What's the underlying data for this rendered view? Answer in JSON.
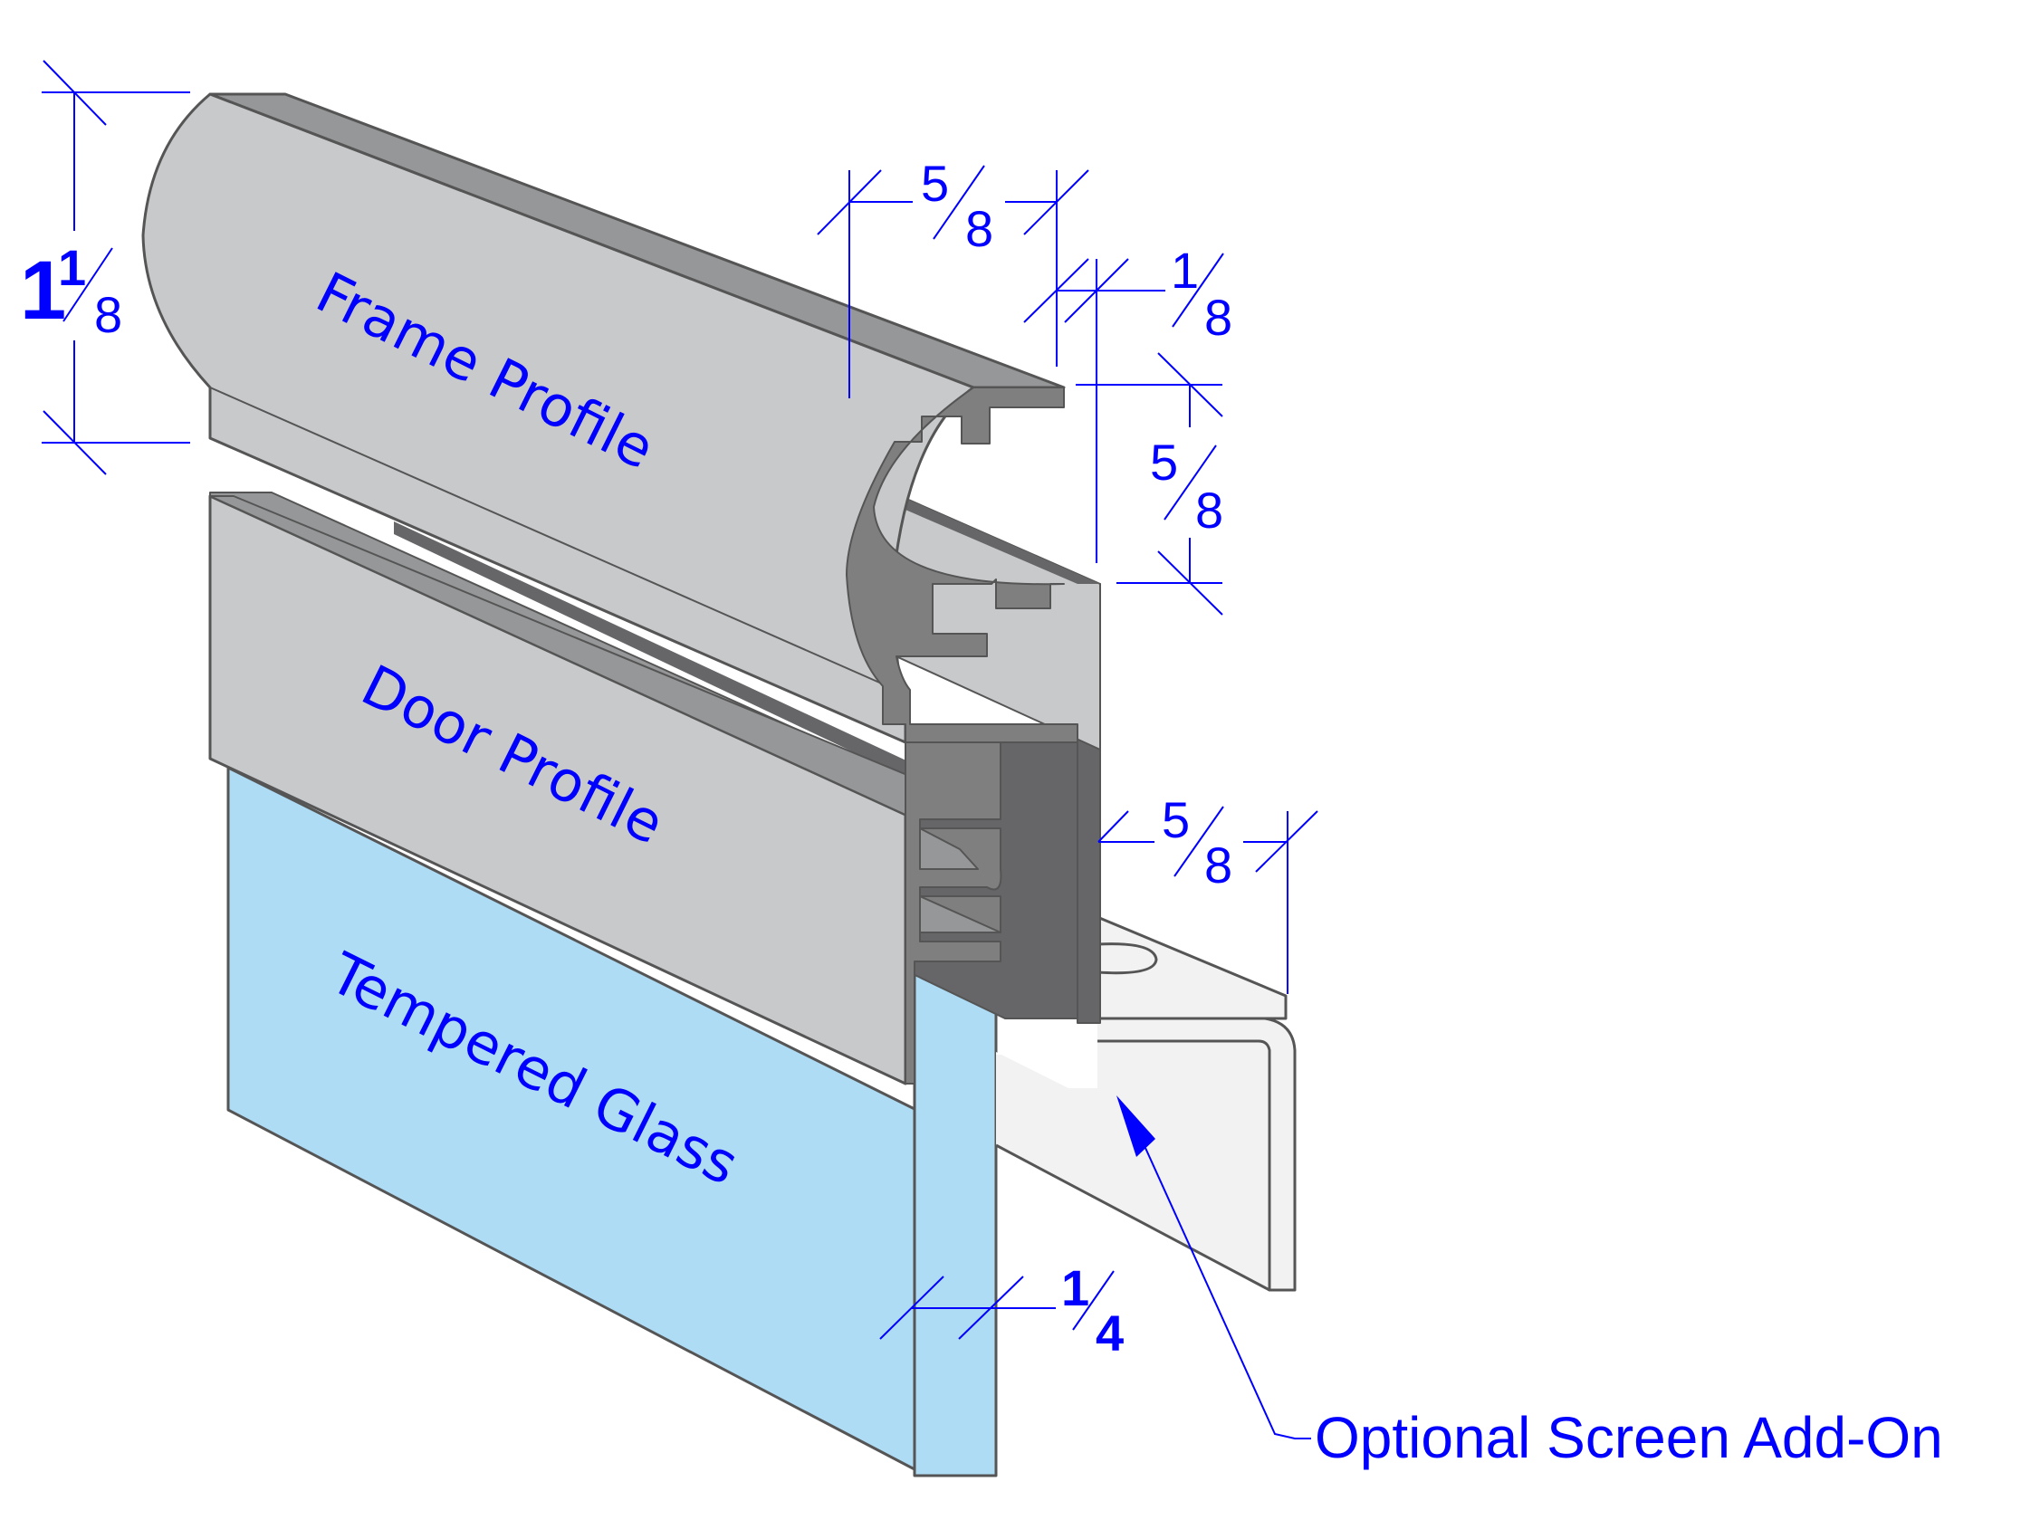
{
  "diagram": {
    "title": "Glass door frame assembly (isometric section)",
    "components": [
      {
        "id": "frame",
        "label": "Frame Profile"
      },
      {
        "id": "door",
        "label": "Door Profile"
      },
      {
        "id": "glass",
        "label": "Tempered Glass"
      },
      {
        "id": "screen",
        "label": "Optional Screen Add-On"
      }
    ],
    "dimensions": {
      "frame_height": {
        "whole": "1",
        "num": "1",
        "den": "8"
      },
      "frame_lip_width": {
        "num": "5",
        "den": "8"
      },
      "gap": {
        "num": "1",
        "den": "8"
      },
      "door_channel_height": {
        "num": "5",
        "den": "8"
      },
      "screen_offset": {
        "num": "5",
        "den": "8"
      },
      "glass_thickness": {
        "num": "1",
        "den": "4"
      }
    },
    "colors": {
      "annotation": "#0000ff",
      "aluminum_light": "#c8c9cb",
      "aluminum_mid": "#969798",
      "aluminum_section": "#7f7f80",
      "aluminum_dark": "#666668",
      "glass": "#afdcf5",
      "screen": "#f2f2f2",
      "outline": "#555555"
    }
  }
}
